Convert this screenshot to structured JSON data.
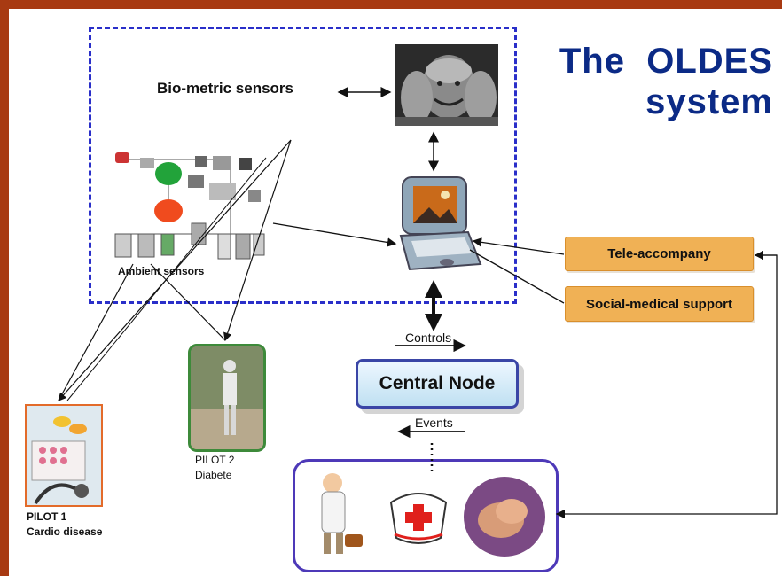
{
  "title": "The  OLDES\nsystem",
  "labels": {
    "biometric": "Bio-metric sensors",
    "ambient": "Ambient sensors",
    "controls": "Controls",
    "events": "Events",
    "pilot1": "PILOT 1\nCardio disease",
    "pilot2": "PILOT 2\nDiabete"
  },
  "boxes": {
    "central_node": "Central Node",
    "tele_accompany": "Tele-accompany",
    "social_medical": "Social-medical support"
  },
  "colors": {
    "frame": "#a83a12",
    "title": "#0b2a86",
    "dashed_border": "#2a2fc9",
    "orange_box": "#f0b155",
    "central_border": "#3a45a6",
    "care_border": "#4d39b8"
  },
  "icons": [
    "elderly-man-photo",
    "laptop-icon",
    "sensor-network-icon",
    "pills-stethoscope-photo",
    "elderly-walking-photo",
    "doctor-icon",
    "first-aid-kit-icon",
    "caring-hands-photo"
  ]
}
